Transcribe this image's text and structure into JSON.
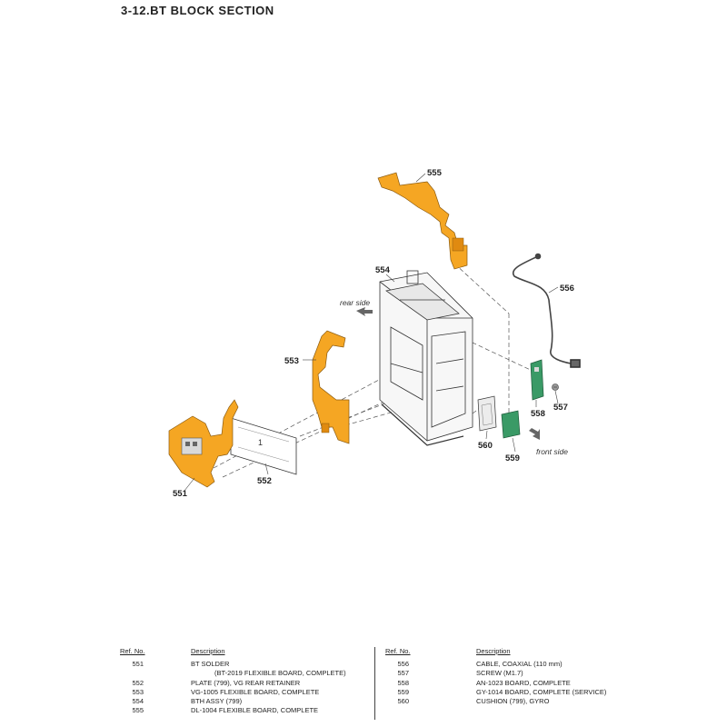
{
  "title": "3-12.BT  BLOCK  SECTION",
  "labels": {
    "rear_side": "rear side",
    "front_side": "front side"
  },
  "callouts": [
    "551",
    "552",
    "553",
    "554",
    "555",
    "556",
    "557",
    "558",
    "559",
    "560"
  ],
  "parts_table": {
    "ref_header": "Ref. No.",
    "desc_header": "Description",
    "left": [
      {
        "ref": "551",
        "desc": "BT SOLDER"
      },
      {
        "ref": "",
        "desc": "(BT-2019 FLEXIBLE BOARD, COMPLETE)"
      },
      {
        "ref": "552",
        "desc": "PLATE (799), VG REAR RETAINER"
      },
      {
        "ref": "553",
        "desc": "VG-1005 FLEXIBLE BOARD, COMPLETE"
      },
      {
        "ref": "554",
        "desc": "BTH ASSY (799)"
      },
      {
        "ref": "555",
        "desc": "DL-1004 FLEXIBLE BOARD, COMPLETE"
      }
    ],
    "right": [
      {
        "ref": "556",
        "desc": "CABLE, COAXIAL (110 mm)"
      },
      {
        "ref": "557",
        "desc": "SCREW (M1.7)"
      },
      {
        "ref": "558",
        "desc": "AN-1023 BOARD, COMPLETE"
      },
      {
        "ref": "559",
        "desc": "GY-1014 BOARD, COMPLETE (SERVICE)"
      },
      {
        "ref": "560",
        "desc": "CUSHION (799), GYRO"
      }
    ]
  },
  "colors": {
    "flex_board": "#f5a623",
    "pcb": "#3a9a66",
    "line": "#444444"
  }
}
